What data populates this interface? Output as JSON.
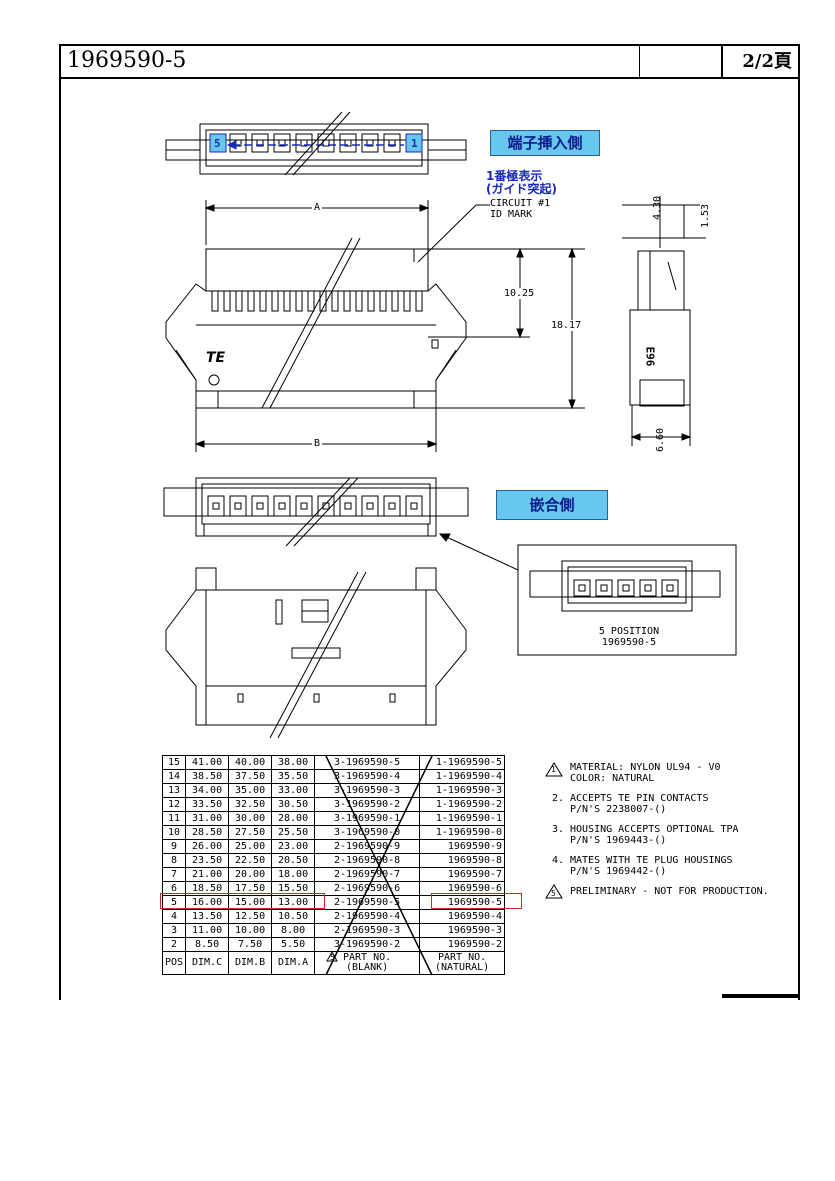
{
  "title_block": {
    "part_number": "1969590-5",
    "page": "2/2頁"
  },
  "labels": {
    "insertion_side": "端子挿入側",
    "mating_side": "嵌合側",
    "pin1_note_line1": "1番極表示",
    "pin1_note_line2": "(ガイド突起)",
    "circuit_mark_line1": "CIRCUIT #1",
    "circuit_mark_line2": "ID MARK",
    "pin_first": "1",
    "pin_last": "5",
    "logo": "TE",
    "side_marking": "E96"
  },
  "dimensions": {
    "a": "A",
    "b": "B",
    "d1025": "10.25",
    "d1817": "18.17",
    "d430": "4.30",
    "d153": "1.53",
    "d660": "6.60"
  },
  "detail_view": {
    "line1": "5 POSITION",
    "line2": "1969590-5"
  },
  "table": {
    "rows": [
      {
        "pos": "15",
        "dim_c": "41.00",
        "dim_b": "40.00",
        "dim_a": "38.00",
        "blank": "3-1969590-5",
        "natural": "1-1969590-5"
      },
      {
        "pos": "14",
        "dim_c": "38.50",
        "dim_b": "37.50",
        "dim_a": "35.50",
        "blank": "3-1969590-4",
        "natural": "1-1969590-4"
      },
      {
        "pos": "13",
        "dim_c": "34.00",
        "dim_b": "35.00",
        "dim_a": "33.00",
        "blank": "3-1969590-3",
        "natural": "1-1969590-3"
      },
      {
        "pos": "12",
        "dim_c": "33.50",
        "dim_b": "32.50",
        "dim_a": "30.50",
        "blank": "3-1969590-2",
        "natural": "1-1969590-2"
      },
      {
        "pos": "11",
        "dim_c": "31.00",
        "dim_b": "30.00",
        "dim_a": "28.00",
        "blank": "3-1969590-1",
        "natural": "1-1969590-1"
      },
      {
        "pos": "10",
        "dim_c": "28.50",
        "dim_b": "27.50",
        "dim_a": "25.50",
        "blank": "3-1969590-0",
        "natural": "1-1969590-0"
      },
      {
        "pos": "9",
        "dim_c": "26.00",
        "dim_b": "25.00",
        "dim_a": "23.00",
        "blank": "2-1969590-9",
        "natural": "1969590-9"
      },
      {
        "pos": "8",
        "dim_c": "23.50",
        "dim_b": "22.50",
        "dim_a": "20.50",
        "blank": "2-1969590-8",
        "natural": "1969590-8"
      },
      {
        "pos": "7",
        "dim_c": "21.00",
        "dim_b": "20.00",
        "dim_a": "18.00",
        "blank": "2-1969590-7",
        "natural": "1969590-7"
      },
      {
        "pos": "6",
        "dim_c": "18.50",
        "dim_b": "17.50",
        "dim_a": "15.50",
        "blank": "2-1969590-6",
        "natural": "1969590-6"
      },
      {
        "pos": "5",
        "dim_c": "16.00",
        "dim_b": "15.00",
        "dim_a": "13.00",
        "blank": "2-1969590-5",
        "natural": "1969590-5"
      },
      {
        "pos": "4",
        "dim_c": "13.50",
        "dim_b": "12.50",
        "dim_a": "10.50",
        "blank": "2-1969590-4",
        "natural": "1969590-4"
      },
      {
        "pos": "3",
        "dim_c": "11.00",
        "dim_b": "10.00",
        "dim_a": "8.00",
        "blank": "2-1969590-3",
        "natural": "1969590-3"
      },
      {
        "pos": "2",
        "dim_c": "8.50",
        "dim_b": "7.50",
        "dim_a": "5.50",
        "blank": "3-1969590-2",
        "natural": "1969590-2"
      }
    ],
    "header": {
      "pos": "POS",
      "dim_c": "DIM.C",
      "dim_b": "DIM.B",
      "dim_a": "DIM.A",
      "blank_l1": "PART NO.",
      "blank_l2": "(BLANK)",
      "natural_l1": "PART NO.",
      "natural_l2": "(NATURAL)"
    },
    "rev_mark": "5"
  },
  "notes": [
    {
      "num": "1",
      "text": "MATERIAL: NYLON UL94 - V0\nCOLOR: NATURAL"
    },
    {
      "num": "2.",
      "text": "ACCEPTS TE PIN CONTACTS\nP/N'S 2238007-()"
    },
    {
      "num": "3.",
      "text": "HOUSING ACCEPTS OPTIONAL TPA\nP/N'S 1969443-()"
    },
    {
      "num": "4.",
      "text": "MATES WITH TE PLUG HOUSINGS\nP/N'S 1969442-()"
    },
    {
      "num": "5",
      "text": "PRELIMINARY - NOT FOR PRODUCTION."
    }
  ]
}
